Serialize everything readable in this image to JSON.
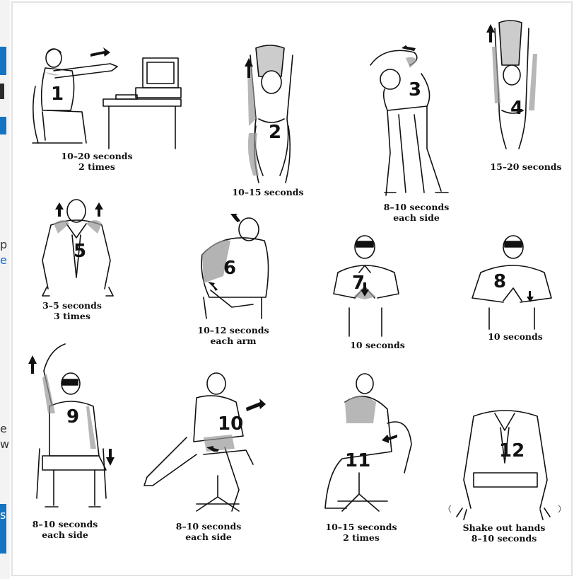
{
  "page": {
    "background": "#ffffff",
    "accent": "#1473c2"
  },
  "left_strip": {
    "letter_1": "p",
    "letter_2": "e",
    "letter_3": "e",
    "letter_4": "w",
    "letter_5": "s"
  },
  "exercises": [
    {
      "number": "1",
      "caption_1": "10–20 seconds",
      "caption_2": "2 times",
      "arrow": "right"
    },
    {
      "number": "2",
      "caption_1": "10–15 seconds",
      "caption_2": "",
      "arrow": "up"
    },
    {
      "number": "3",
      "caption_1": "8–10 seconds",
      "caption_2": "each side",
      "arrow": "left"
    },
    {
      "number": "4",
      "caption_1": "15–20 seconds",
      "caption_2": "",
      "arrow": "up"
    },
    {
      "number": "5",
      "caption_1": "3–5 seconds",
      "caption_2": "3 times",
      "arrow": "up"
    },
    {
      "number": "6",
      "caption_1": "10–12 seconds",
      "caption_2": "each arm",
      "arrow": "up-left"
    },
    {
      "number": "7",
      "caption_1": "10 seconds",
      "caption_2": "",
      "arrow": "down"
    },
    {
      "number": "8",
      "caption_1": "10 seconds",
      "caption_2": "",
      "arrow": "down"
    },
    {
      "number": "9",
      "caption_1": "8–10 seconds",
      "caption_2": "each side",
      "arrow": "up-down"
    },
    {
      "number": "10",
      "caption_1": "8–10 seconds",
      "caption_2": "each side",
      "arrow": "right"
    },
    {
      "number": "11",
      "caption_1": "10–15 seconds",
      "caption_2": "2 times",
      "arrow": "left"
    },
    {
      "number": "12",
      "caption_1": "Shake out hands",
      "caption_2": "8–10 seconds",
      "arrow": "none"
    }
  ]
}
